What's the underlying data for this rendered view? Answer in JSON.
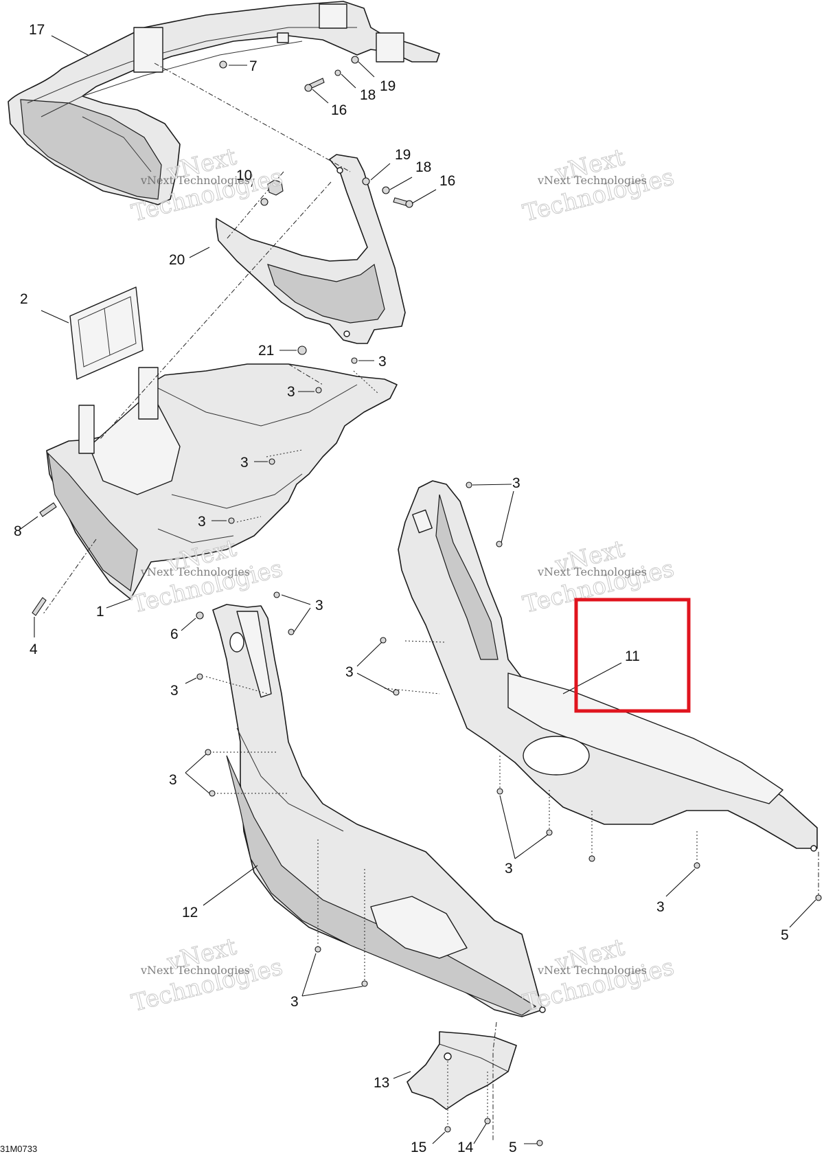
{
  "drawing_code": "31M0733",
  "watermark": {
    "line1": "vNext",
    "line2": "Technologies",
    "line3": "vNext Technologies"
  },
  "highlight_color": "#e0141e",
  "callouts": [
    {
      "id": "c17",
      "label": "17"
    },
    {
      "id": "c7",
      "label": "7"
    },
    {
      "id": "c19a",
      "label": "19"
    },
    {
      "id": "c18a",
      "label": "18"
    },
    {
      "id": "c16a",
      "label": "16"
    },
    {
      "id": "c10",
      "label": "10"
    },
    {
      "id": "c19b",
      "label": "19"
    },
    {
      "id": "c18b",
      "label": "18"
    },
    {
      "id": "c16b",
      "label": "16"
    },
    {
      "id": "c20",
      "label": "20"
    },
    {
      "id": "c2",
      "label": "2"
    },
    {
      "id": "c21",
      "label": "21"
    },
    {
      "id": "c3a",
      "label": "3"
    },
    {
      "id": "c3b",
      "label": "3"
    },
    {
      "id": "c3c",
      "label": "3"
    },
    {
      "id": "c3d",
      "label": "3"
    },
    {
      "id": "c8",
      "label": "8"
    },
    {
      "id": "c1",
      "label": "1"
    },
    {
      "id": "c4",
      "label": "4"
    },
    {
      "id": "c6",
      "label": "6"
    },
    {
      "id": "c3e",
      "label": "3"
    },
    {
      "id": "c3f",
      "label": "3"
    },
    {
      "id": "c3g",
      "label": "3"
    },
    {
      "id": "c3h",
      "label": "3"
    },
    {
      "id": "c11",
      "label": "11"
    },
    {
      "id": "c3i",
      "label": "3"
    },
    {
      "id": "c3j",
      "label": "3"
    },
    {
      "id": "c5a",
      "label": "5"
    },
    {
      "id": "c12",
      "label": "12"
    },
    {
      "id": "c3k",
      "label": "3"
    },
    {
      "id": "c13",
      "label": "13"
    },
    {
      "id": "c15",
      "label": "15"
    },
    {
      "id": "c14",
      "label": "14"
    },
    {
      "id": "c5b",
      "label": "5"
    }
  ]
}
